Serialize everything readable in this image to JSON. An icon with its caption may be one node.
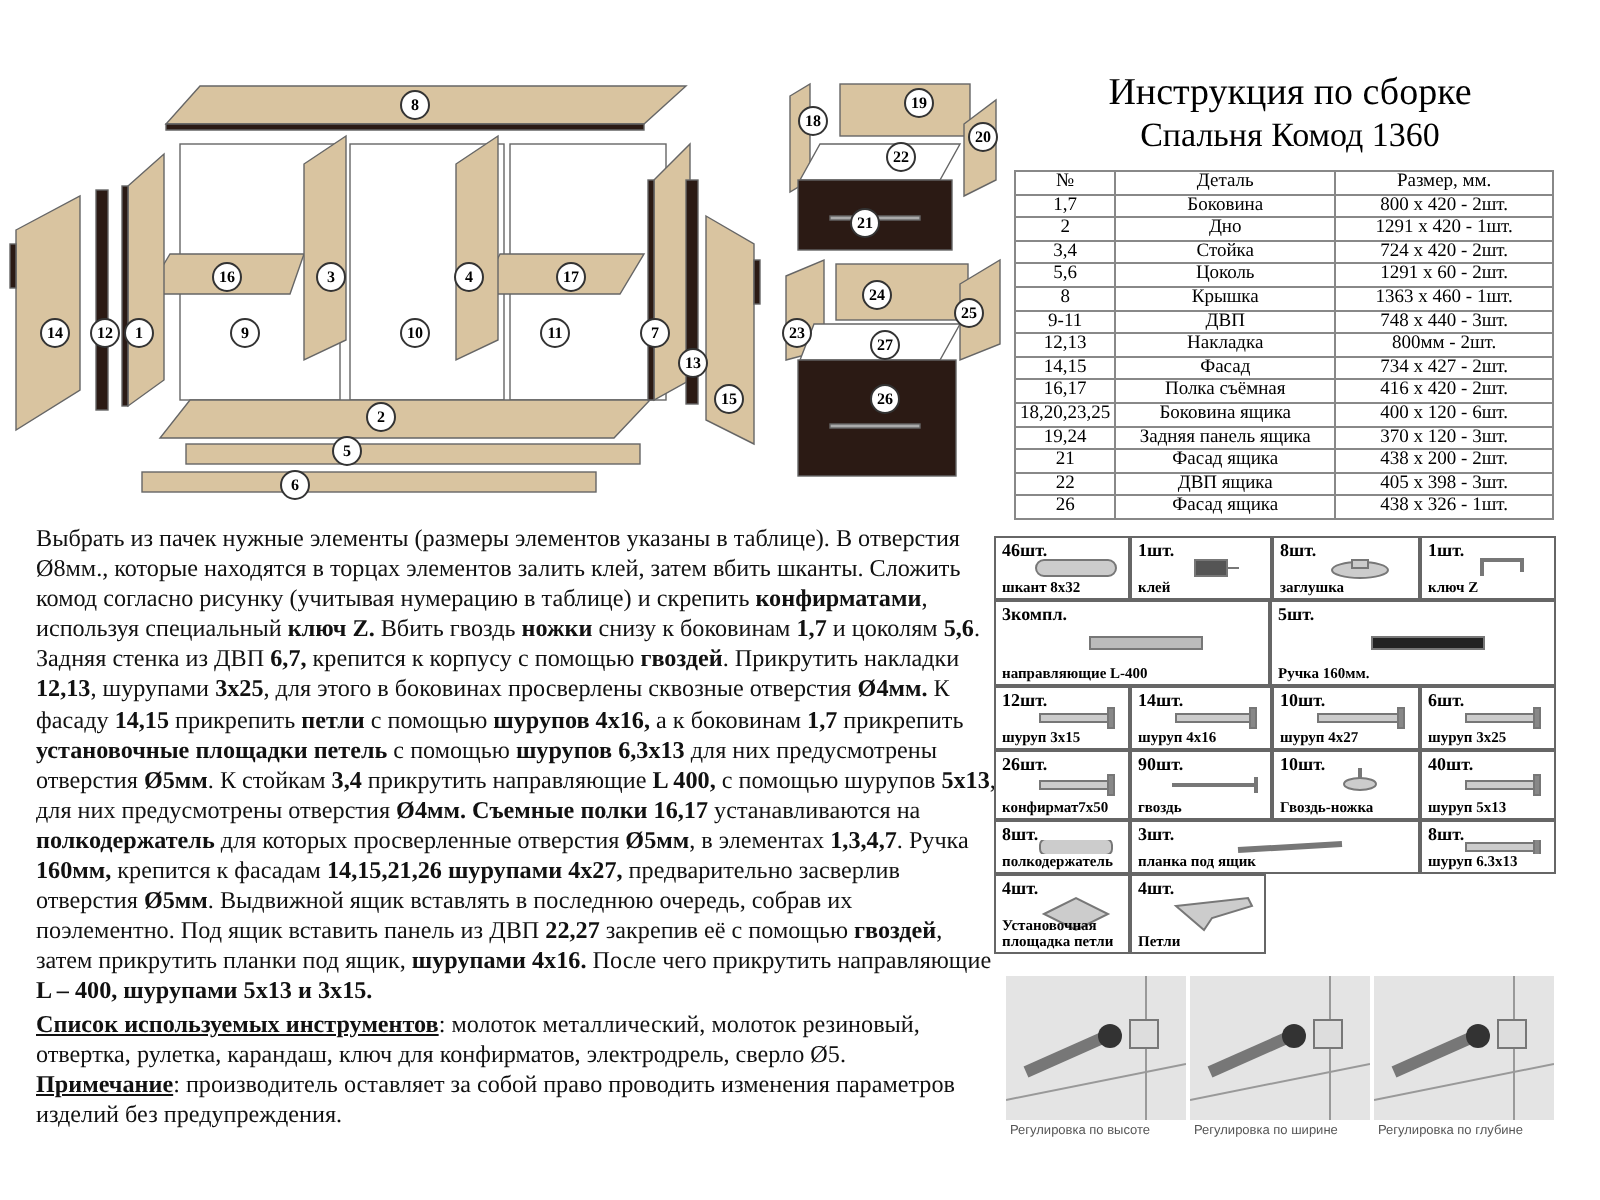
{
  "diagram": {
    "title": "Инструкция по сборке",
    "labels": [
      "Спальня Комод 1360",
      "8",
      "18",
      "19",
      "20",
      "22",
      "21",
      "16",
      "3",
      "4",
      "17",
      "24",
      "25",
      "14",
      "12",
      "1",
      "9",
      "10",
      "11",
      "7",
      "23",
      "27",
      "13",
      "15",
      "26",
      "2",
      "5",
      "6",
      "№",
      "Деталь",
      "Размер, мм.",
      "1,7",
      "Боковина",
      "800 x 420 - 2шт.",
      "2",
      "Дно",
      "1291 x 420 - 1шт.",
      "3,4",
      "Стойка",
      "724 x 420 - 2шт.",
      "5,6",
      "Цоколь",
      "1291 x 60 - 2шт.",
      "8",
      "Крышка",
      "1363 x 460 - 1шт.",
      "9-11",
      "ДВП",
      "748 x 440 - 3шт.",
      "12,13",
      "Накладка",
      "800мм - 2шт.",
      "14,15",
      "Фасад",
      "734 x 427 - 2шт.",
      "16,17",
      "Полка съёмная",
      "416 x 420 - 2шт.",
      "18,20,23,25",
      "Боковина ящика",
      "400 x 120 - 6шт.",
      "19,24",
      "Задняя панель ящика",
      "370 x 120 - 3шт.",
      "21",
      "Фасад ящика",
      "438 x 200 - 2шт.",
      "22",
      "ДВП ящика",
      "405 x 398 - 3шт.",
      "26",
      "Фасад ящика",
      "438 x 326 - 1шт.",
      "Выбрать из пачек нужные элементы (размеры  элементов указаны в таблице). В отверстия Ø8мм., которые находятся в торцах элементов залить клей, затем вбить шканты. Сложить комод согласно рисунку (учитывая нумерацию в таблице) и скрепить **конфирматами**, используя специальный **ключ Z.** Вбить гвоздь **ножки** снизу к боковинам **1,7** и цоколям **5,6**. Задняя стенка из ДВП **6,7,** крепится к корпусу с помощью **гвоздей**. Прикрутить накладки **12,13**, шурупами **3х25**, для этого в боковинах просверлены сквозные отверстия **Ø4мм.** К фасаду **14,15** прикрепить **петли** с помощью **шурупов 4х16,** а к боковинам **1,7** прикрепить **установочные площадки петель** с помощью **шурупов 6,3х13** для них предусмотрены отверстия **Ø5мм**. К стойкам **3,4** прикрутить направляющие **L 400,** с помощью шурупов **5х13**, для них предусмотрены отверстия **Ø4мм. Съемные полки 16,17** устанавливаются на **полкодержатель** для которых просверленные отверстия **Ø5мм**, в элементах **1,3,4,7**. Ручка **160мм,** крепится к фасадам **14,15,21,26 шурупами 4х27,** предварительно засверлив отверстия **Ø5мм**. Выдвижной ящик вставлять в последнюю очередь, собрав их поэлементно. Под ящик вставить панель из ДВП **22,27** закрепив её с помощью **гвоздей**, затем прикрутить планки под ящик, **шурупами 4х16.** После чего прикрутить направляющие **L – 400, шурупами 5х13 и 3х15.**",
      "**Список используемых  инструментов**: молоток  металлический, молоток резиновый, отвертка, рулетка, карандаш, ключ для конфирматов, электродрель, сверло Ø5.",
      "**Примечание**: производитель оставляет за собой право проводить изменения параметров изделий без предупреждения.",
      "46шт.",
      "шкант 8х32",
      "1шт.",
      "клей",
      "8шт.",
      "заглушка",
      "1шт.",
      "ключ Z",
      "3компл.",
      "направляющие  L-400",
      "5шт.",
      "Ручка 160мм.",
      "12шт.",
      "шуруп 3х15",
      "14шт.",
      "шуруп  4х16",
      "10шт.",
      "шуруп 4х27",
      "6шт.",
      "шуруп 3х25",
      "26шт.",
      "конфирмат7х50",
      "90шт.",
      "гвоздь",
      "10шт.",
      "Гвоздь-ножка",
      "40шт.",
      "шуруп  5х13",
      "8шт.",
      "полкодержатель",
      "3шт.",
      "планка под ящик",
      "8шт.",
      "шуруп 6.3х13",
      "4шт.",
      "Установочная площадка петли",
      "4шт.",
      "Петли",
      "Регулировка по высоте",
      "Регулировка по ширине",
      "Регулировка по глубине"
    ]
  }
}
